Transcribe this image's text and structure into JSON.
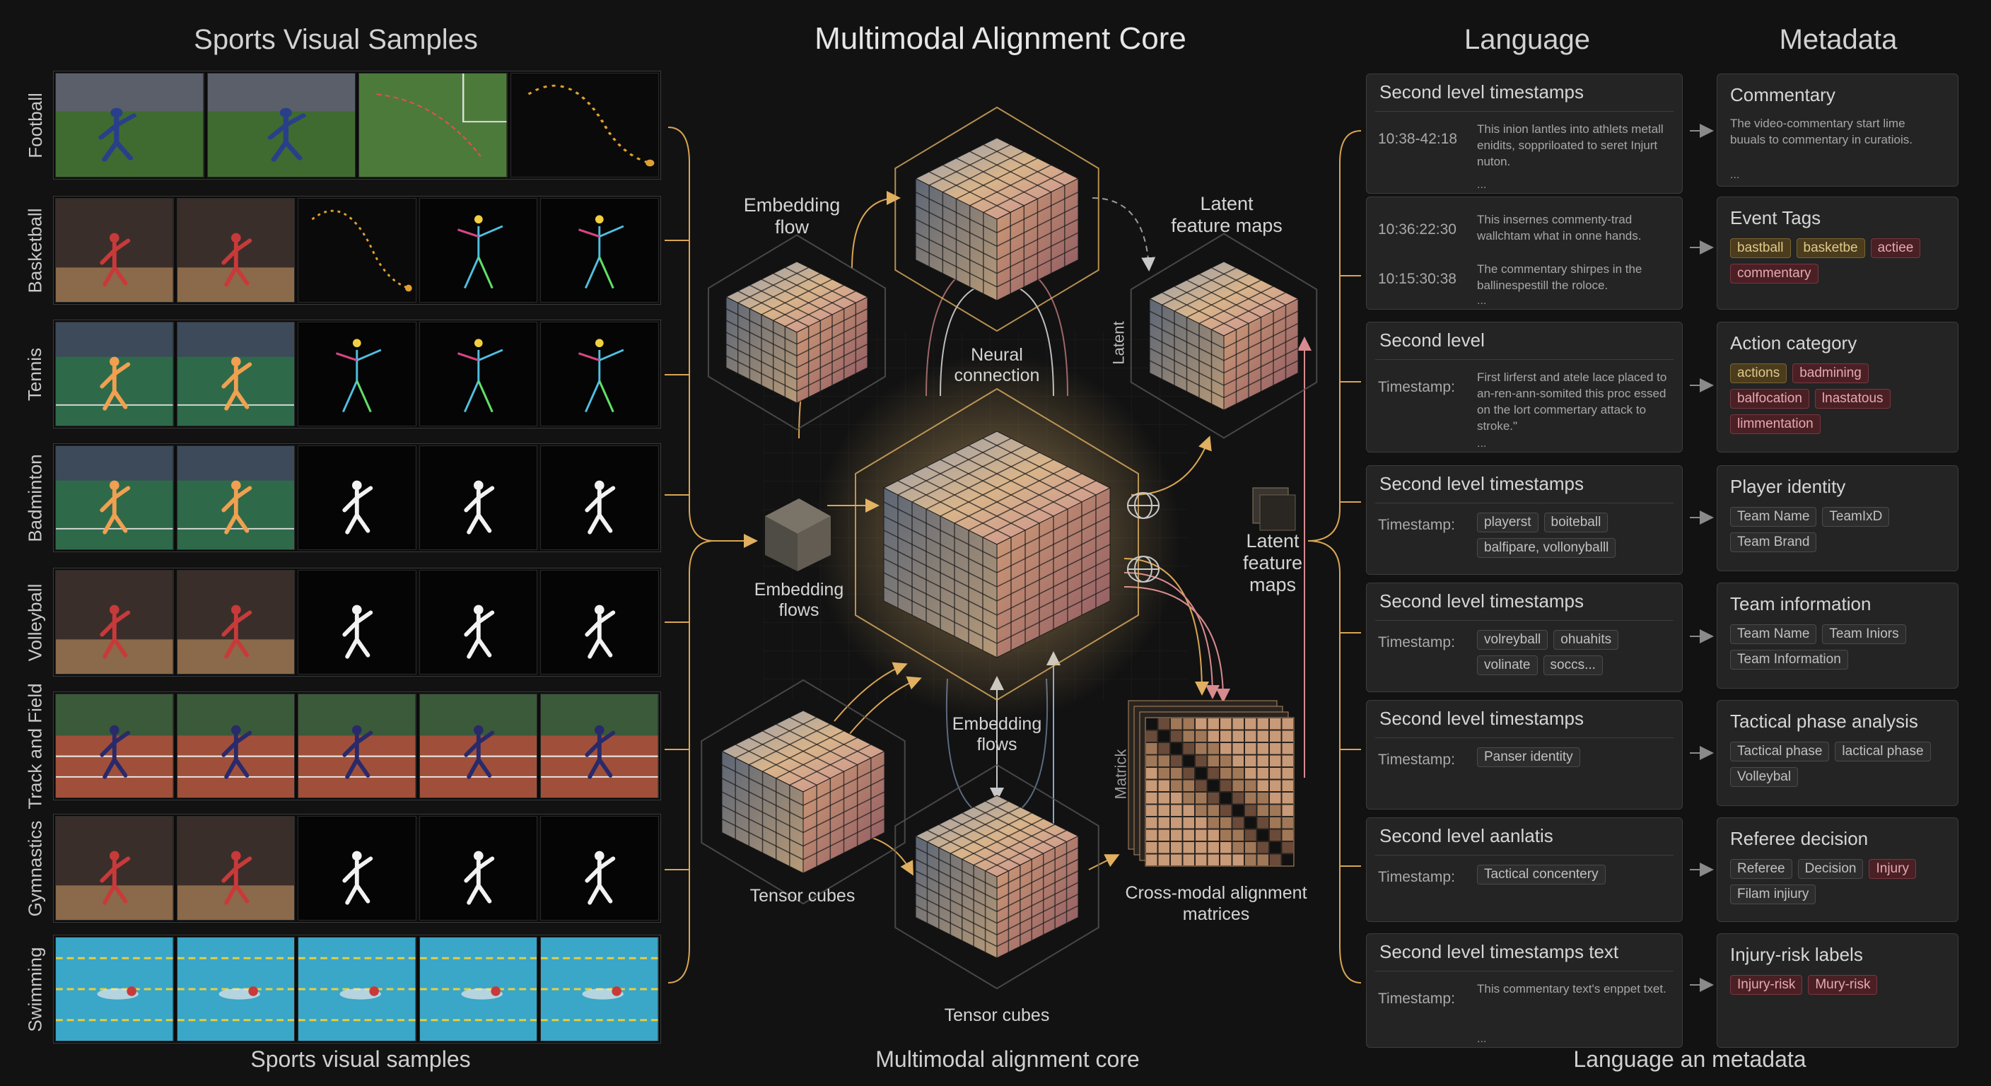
{
  "headers": {
    "visual": "Sports Visual Samples",
    "core": "Multimodal Alignment Core",
    "language": "Language",
    "metadata": "Metadata"
  },
  "footers": {
    "visual": "Sports visual samples",
    "core": "Multimodal alignment core",
    "language": "Language an metadata"
  },
  "sports": [
    "Football",
    "Basketball",
    "Tennis",
    "Badminton",
    "Volleyball",
    "Track and Field",
    "Gymnastics",
    "Swimming"
  ],
  "core_labels": {
    "embedding_flow_top": "Embedding\nflow",
    "latent_feature_maps_top": "Latent\nfeature maps",
    "neural_connection": "Neural\nconnection",
    "latent_vertical": "Latent",
    "embedding_flows_left": "Embedding\nflows",
    "latent_feature_maps_right": "Latent\nfeature\nmaps",
    "embedding_flows_center": "Embedding\nflows",
    "tensor_cubes_left": "Tensor cubes",
    "tensor_cubes_bottom": "Tensor cubes",
    "matrick": "Matrick",
    "cross_modal": "Cross-modal alignment\nmatrices"
  },
  "language_cards": [
    {
      "title": "Second level timestamps",
      "entries": [
        {
          "ts": "10:38-42:18",
          "desc": "This inion lantles into athlets metall enidits, soppriloated to seret Injurt nuton."
        }
      ],
      "ellipsis": "..."
    },
    {
      "title": "",
      "entries": [
        {
          "ts": "10:36:22:30",
          "desc": "This insernes commenty-trad wallchtam what in onne hands."
        },
        {
          "ts": "10:15:30:38",
          "desc": "The commentary shirpes in the ballinespestill the roloce."
        }
      ],
      "ellipsis": "..."
    },
    {
      "title": "Second level",
      "entries": [
        {
          "ts": "Timestamp:",
          "desc": "First lirferst and atele lace placed to an-ren-ann-somited this proc essed on the lort commertary attack to stroke.\""
        }
      ],
      "ellipsis": "..."
    },
    {
      "title": "Second level timestamps",
      "ts": "Timestamp:",
      "chips": [
        "playerst",
        "boiteball",
        "balfipare, vollonyballl"
      ]
    },
    {
      "title": "Second level timestamps",
      "ts": "Timestamp:",
      "chips": [
        "volreyball",
        "ohuahits",
        "volinate",
        "soccs..."
      ]
    },
    {
      "title": "Second level timestamps",
      "ts": "Timestamp:",
      "chips": [
        "Panser identity"
      ]
    },
    {
      "title": "Second level aanlatis",
      "ts": "Timestamp:",
      "chips": [
        "Tactical concentery"
      ]
    },
    {
      "title": "Second level timestamps text",
      "entries": [
        {
          "ts": "Timestamp:",
          "desc": "This commentary text's enppet txet."
        }
      ],
      "ellipsis": "..."
    }
  ],
  "metadata_cards": [
    {
      "title": "Commentary",
      "desc": "The video-commentary start lime buuals to commentary in curatiois.",
      "ellipsis": "..."
    },
    {
      "title": "Event Tags",
      "chips": [
        {
          "t": "bastball",
          "c": "gold"
        },
        {
          "t": "basketbe",
          "c": "gold"
        },
        {
          "t": "actiee",
          "c": "red"
        },
        {
          "t": "commentary",
          "c": "red"
        }
      ]
    },
    {
      "title": "Action category",
      "chips": [
        {
          "t": "actions",
          "c": "gold"
        },
        {
          "t": "badmining",
          "c": "red"
        },
        {
          "t": "balfocation",
          "c": "red"
        },
        {
          "t": "lnastatous",
          "c": "red"
        },
        {
          "t": "limmentation",
          "c": "red"
        }
      ]
    },
    {
      "title": "Player identity",
      "chips": [
        {
          "t": "Team Name",
          "c": ""
        },
        {
          "t": "TeamIхD",
          "c": ""
        },
        {
          "t": "Team Brand",
          "c": ""
        }
      ]
    },
    {
      "title": "Team information",
      "chips": [
        {
          "t": "Team Name",
          "c": ""
        },
        {
          "t": "Team Iniors",
          "c": ""
        },
        {
          "t": "Team Information",
          "c": ""
        }
      ]
    },
    {
      "title": "Tactical phase analysis",
      "chips": [
        {
          "t": "Tactical phase",
          "c": ""
        },
        {
          "t": "lactical phase",
          "c": ""
        },
        {
          "t": "Volleybal",
          "c": ""
        }
      ]
    },
    {
      "title": "Referee decision",
      "chips": [
        {
          "t": "Referee",
          "c": ""
        },
        {
          "t": "Decision",
          "c": ""
        },
        {
          "t": "Injury",
          "c": "red"
        },
        {
          "t": "Filam injiury",
          "c": ""
        }
      ]
    },
    {
      "title": "Injury-risk labels",
      "chips": [
        {
          "t": "Injury-risk",
          "c": "red"
        },
        {
          "t": "Mury-risk",
          "c": "red"
        }
      ]
    }
  ],
  "colors": {
    "gold": "#e8b45a",
    "rose": "#d98a8f",
    "blue": "#8aa6c8",
    "bg": "#121212"
  }
}
